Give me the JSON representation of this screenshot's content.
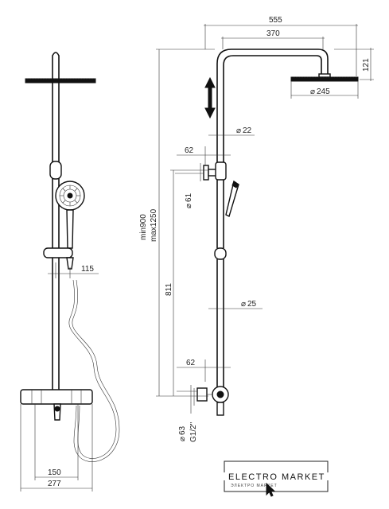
{
  "dimensions": {
    "width_total": "555",
    "width_arm": "370",
    "head_height": "121",
    "head_diameter": "245",
    "pipe_upper_diameter": "22",
    "offset_upper": "62",
    "holder_diameter": "61",
    "height_range_min": "min900",
    "height_range_max": "max1250",
    "lower_height": "811",
    "pipe_lower_diameter": "25",
    "offset_lower": "62",
    "inlet_diameter": "63",
    "thread": "G1/2\"",
    "slider_offset": "115",
    "centres": "150",
    "mixer_width": "277"
  },
  "symbols": {
    "diameter": "⌀"
  },
  "logo": {
    "title": "ELECTRO MARKET",
    "subtitle": "ЭЛЕКТРО МАРКЕТ"
  }
}
